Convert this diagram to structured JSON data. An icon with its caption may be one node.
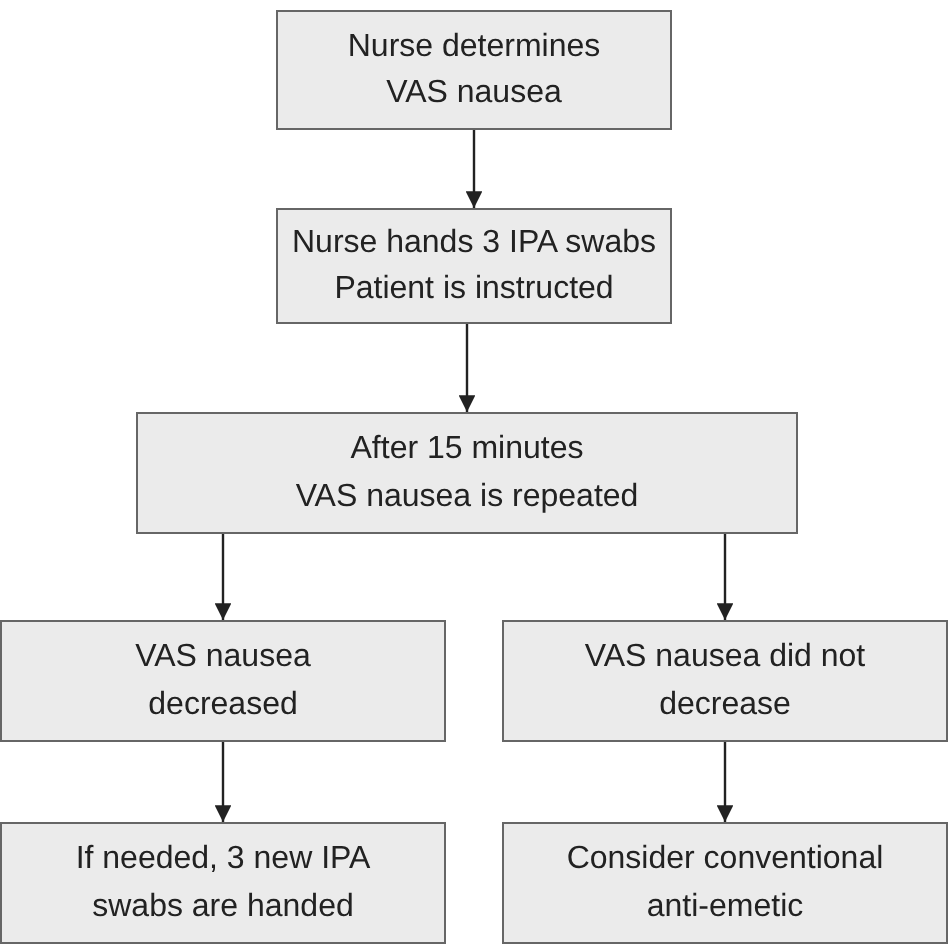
{
  "diagram": {
    "nodes": [
      {
        "text": [
          "Nurse determines VAS nausea"
        ]
      },
      {
        "text": [
          "Nurse hands 3 IPA swabs",
          "Patient is instructed"
        ]
      },
      {
        "text": [
          "After 15 minutes",
          "VAS nausea is repeated"
        ]
      },
      {
        "text": [
          "VAS nausea decreased"
        ]
      },
      {
        "text": [
          "VAS nausea did not decrease"
        ]
      },
      {
        "text": [
          "If needed, 3 new IPA swabs are handed"
        ]
      },
      {
        "text": [
          "Consider conventional anti-emetic"
        ]
      }
    ],
    "edges": [
      {
        "from": 0,
        "to": 1,
        "arrow": "to"
      },
      {
        "from": 1,
        "to": 2,
        "arrow": "to"
      },
      {
        "from": 2,
        "to": 3,
        "arrow": "to"
      },
      {
        "from": 2,
        "to": 4,
        "arrow": "to"
      },
      {
        "from": 3,
        "to": 5,
        "arrow": "to"
      },
      {
        "from": 4,
        "to": 6,
        "arrow": "to"
      }
    ]
  }
}
